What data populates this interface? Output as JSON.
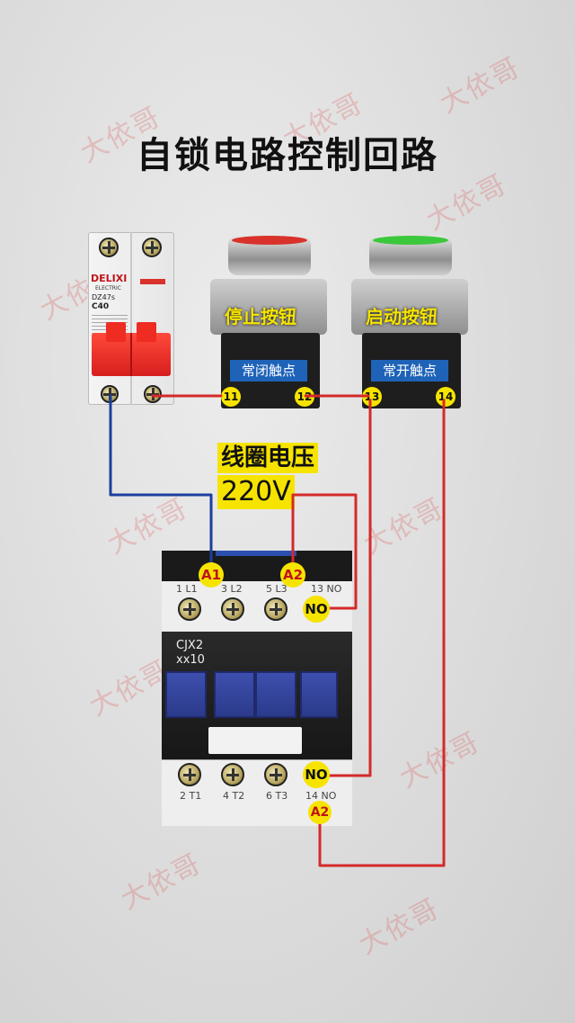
{
  "title": "自锁电路控制回路",
  "watermark_text": "大依哥",
  "breaker": {
    "brand": "DELIXI",
    "sub": "ELECTRIC",
    "model": "DZ47s",
    "rating": "C40"
  },
  "buttons": {
    "stop": {
      "name": "停止按钮",
      "contact": "常闭触点",
      "t1": "11",
      "t2": "12",
      "cap_color": "#d8322b"
    },
    "start": {
      "name": "启动按钮",
      "contact": "常开触点",
      "t1": "13",
      "t2": "14",
      "cap_color": "#3cc83c"
    }
  },
  "coil_voltage": {
    "label": "线圈电压",
    "value": "220V"
  },
  "contactor": {
    "model_line1": "CJX2",
    "model_line2": "xx10",
    "coil_a1": "A1",
    "coil_a2": "A2",
    "coil_a2_bottom": "A2",
    "no_top": "NO",
    "no_bottom": "NO",
    "top_terminals": [
      "1 L1",
      "3 L2",
      "5 L3",
      "13 NO"
    ],
    "bottom_terminals": [
      "2 T1",
      "4 T2",
      "6 T3",
      "14 NO"
    ]
  },
  "colors": {
    "wire_red": "#d42a2a",
    "wire_blue": "#1c3f9e",
    "label_yellow": "#f6e400",
    "label_blue": "#1e63b8"
  }
}
